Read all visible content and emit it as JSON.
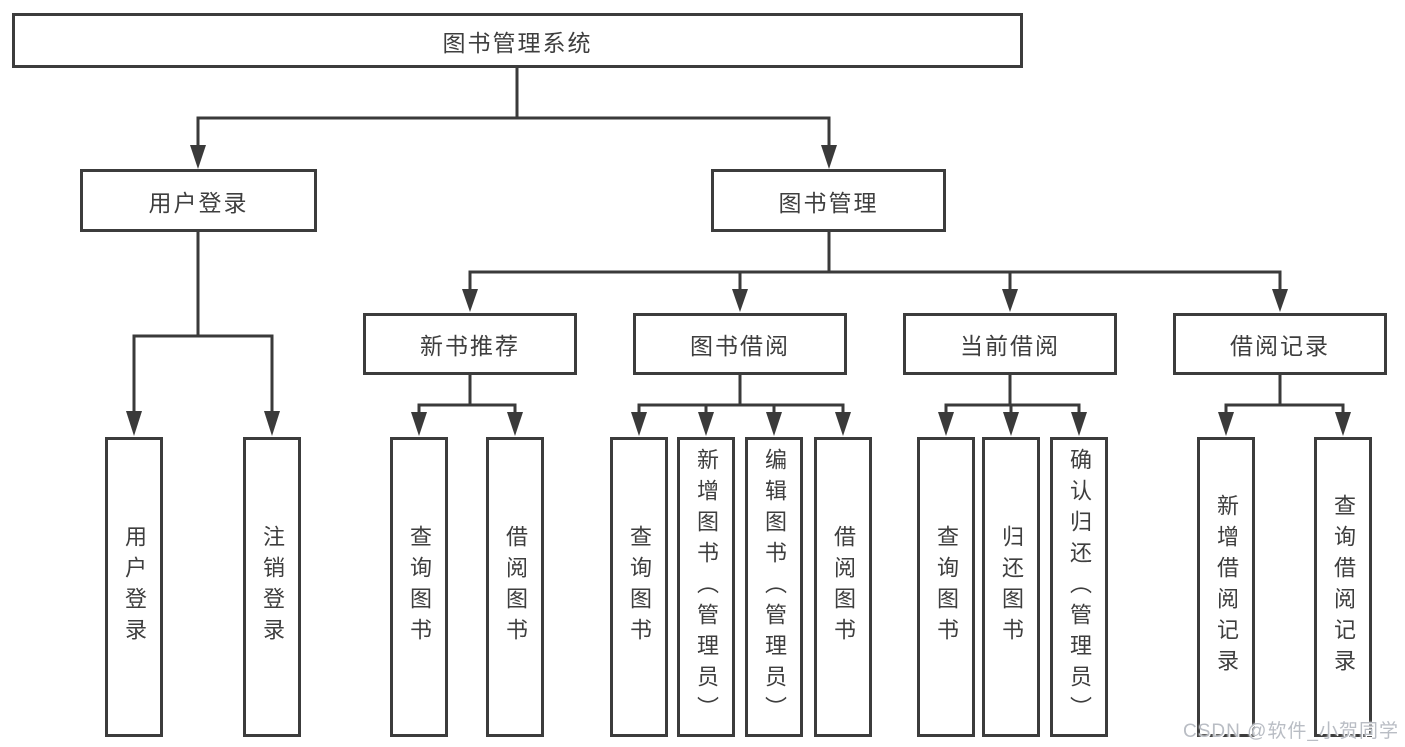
{
  "tree": {
    "label": "图书管理系统",
    "children": [
      {
        "label": "用户登录",
        "children": [
          {
            "label": "用户登录"
          },
          {
            "label": "注销登录"
          }
        ]
      },
      {
        "label": "图书管理",
        "children": [
          {
            "label": "新书推荐",
            "children": [
              {
                "label": "查询图书"
              },
              {
                "label": "借阅图书"
              }
            ]
          },
          {
            "label": "图书借阅",
            "children": [
              {
                "label": "查询图书"
              },
              {
                "label": "新增图书（管理员）"
              },
              {
                "label": "编辑图书（管理员）"
              },
              {
                "label": "借阅图书"
              }
            ]
          },
          {
            "label": "当前借阅",
            "children": [
              {
                "label": "查询图书"
              },
              {
                "label": "归还图书"
              },
              {
                "label": "确认归还（管理员）"
              }
            ]
          },
          {
            "label": "借阅记录",
            "children": [
              {
                "label": "新增借阅记录"
              },
              {
                "label": "查询借阅记录"
              }
            ]
          }
        ]
      }
    ]
  },
  "watermark": {
    "text": "CSDN @软件_小贺同学"
  },
  "colors": {
    "line": "#3a3a3a",
    "box_border": "#3c3c3c",
    "text": "#3e3e3e",
    "watermark": "#b9bdc4"
  }
}
